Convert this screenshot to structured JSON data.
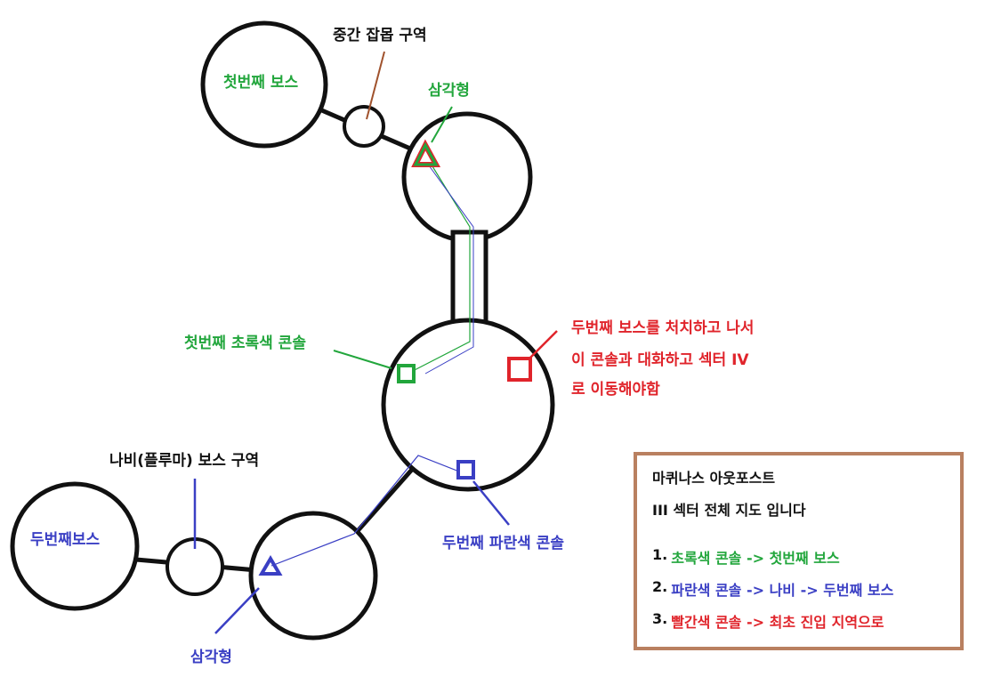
{
  "labels": {
    "first_boss": "첫번째 보스",
    "mid_area": "중간 잡몹 구역",
    "triangle_top": "삼각형",
    "green_console": "첫번째 초록색 콘솔",
    "red_note_1": "두번째 보스를 처치하고 나서",
    "red_note_2": "이 콘솔과 대화하고 섹터 IV",
    "red_note_3": "로 이동해야함",
    "butterfly_area": "나비(플루마) 보스 구역",
    "second_boss": "두번째보스",
    "blue_console": "두번째 파란색 콘솔",
    "triangle_bottom": "삼각형"
  },
  "legend": {
    "title_line1": "마퀴나스 아웃포스트",
    "title_line2": "III 섹터 전체 지도 입니다",
    "items": [
      {
        "num": "1.",
        "text": "초록색 콘솔 -> 첫번째 보스",
        "color": "#22a63c"
      },
      {
        "num": "2.",
        "text": "파란색 콘솔 -> 나비 -> 두번째 보스",
        "color": "#3a3fc4"
      },
      {
        "num": "3.",
        "text": "빨간색 콘솔 -> 최초 진입 지역으로",
        "color": "#e0242b"
      }
    ]
  },
  "colors": {
    "green": "#22a63c",
    "blue": "#3a3fc4",
    "red": "#e0242b",
    "brown": "#a0522d",
    "legend_border": "#b98060"
  }
}
